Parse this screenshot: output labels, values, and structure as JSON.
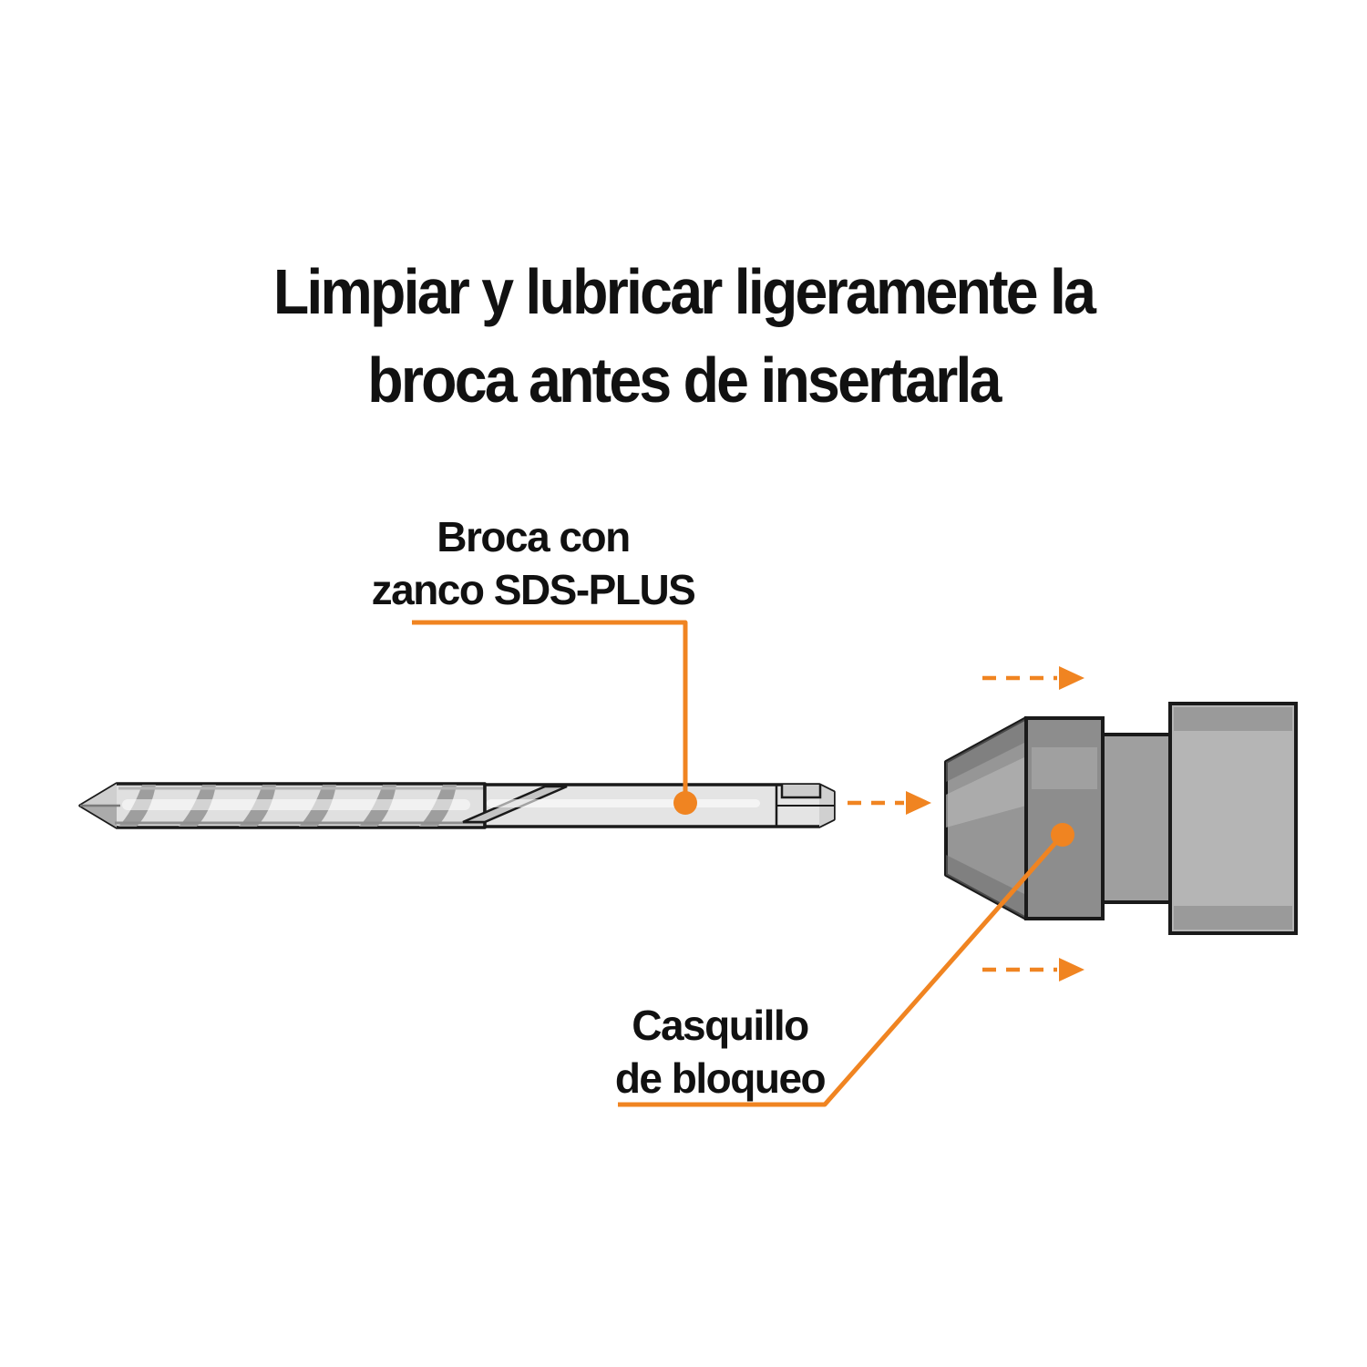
{
  "title": {
    "line1": "Limpiar y lubricar ligeramente la",
    "line2": "broca antes de insertarla"
  },
  "callouts": {
    "bit": {
      "line1": "Broca con",
      "line2": "zanco SDS-PLUS"
    },
    "sleeve": {
      "line1": "Casquillo",
      "line2": "de bloqueo"
    }
  },
  "colors": {
    "accent_orange": "#F08421",
    "ink": "#111111",
    "metal_light": "#E4E4E4",
    "metal_stripe": "#9E9E9E",
    "chuck_nose_gray": "#969696",
    "chuck_collar_gray": "#8D8D8D",
    "chuck_neck_gray": "#9F9F9F",
    "chuck_body_gray": "#B5B5B5",
    "outline": "#1A1A1A",
    "background": "#FFFFFF"
  },
  "icons": {
    "insertion_arrows": "dashed-arrow-right-icon",
    "callout_markers": "orange-dot-icon"
  }
}
